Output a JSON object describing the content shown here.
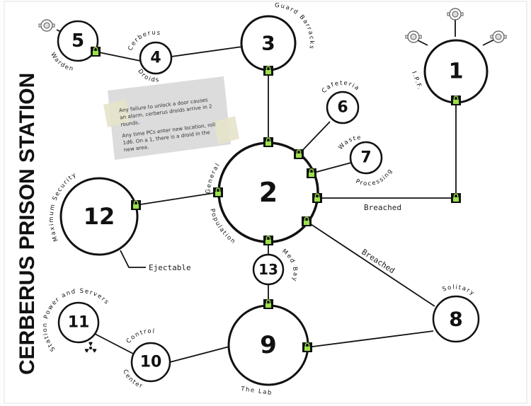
{
  "title": "CERBERUS PRISON STATION",
  "note": {
    "lines": [
      "Any failure to unlock a door causes",
      "an alarm. cerberus droids arrive in 2",
      "rounds.",
      "",
      "Any time PCs enter new location, roll",
      "1d6. On a 1, there is a droid in the",
      "new area."
    ]
  },
  "nodes": [
    {
      "id": "1",
      "number": "1",
      "label": "I.P.F."
    },
    {
      "id": "2",
      "number": "2",
      "label_top": "General",
      "label_bottom": "Population"
    },
    {
      "id": "3",
      "number": "3",
      "label": "Guard Barracks"
    },
    {
      "id": "4",
      "number": "4",
      "label_top": "Cerberus",
      "label_bottom": "Droids"
    },
    {
      "id": "5",
      "number": "5",
      "label": "Warden"
    },
    {
      "id": "6",
      "number": "6",
      "label": "Cafeteria"
    },
    {
      "id": "7",
      "number": "7",
      "label_top": "Waste",
      "label_bottom": "Processing"
    },
    {
      "id": "8",
      "number": "8",
      "label": "Solitary"
    },
    {
      "id": "9",
      "number": "9",
      "label": "The Lab"
    },
    {
      "id": "10",
      "number": "10",
      "label_top": "Control",
      "label_bottom": "Center"
    },
    {
      "id": "11",
      "number": "11",
      "label": "Station Power and Servers"
    },
    {
      "id": "12",
      "number": "12",
      "label": "Maximum Security"
    },
    {
      "id": "13",
      "number": "13",
      "label": "Med Bay"
    }
  ],
  "edge_labels": {
    "breached_1": "Breached",
    "breached_2": "Breached",
    "ejectable": "Ejectable"
  },
  "colors": {
    "lock": "#9be24a",
    "ink": "#111111",
    "note_bg": "#d9d9d9",
    "tape": "#e6e3c9"
  },
  "icons": [
    "sentry-turret-icon",
    "radiation-icon",
    "padlock-icon"
  ]
}
